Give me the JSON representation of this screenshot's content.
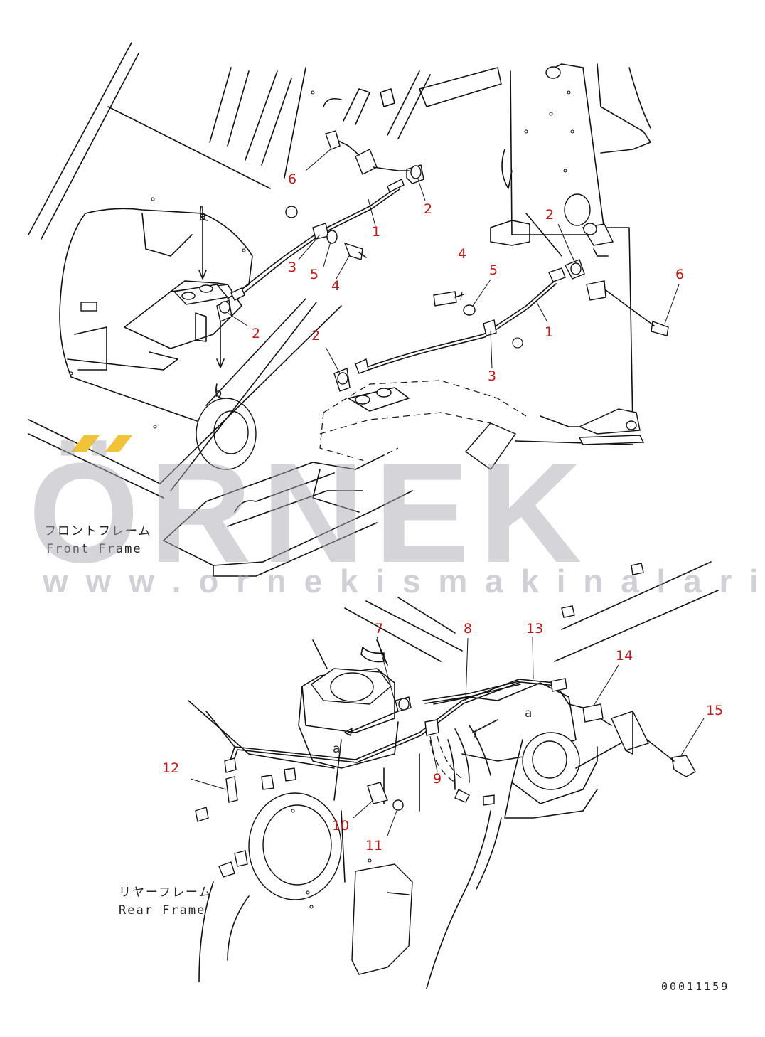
{
  "watermark": {
    "brand": "ÖRNEK",
    "url": "w w w . o r n e k i s m a k i n a l a r i . c o m . t r",
    "accent_color": "#f2c237"
  },
  "front_frame": {
    "label_jp": "フロントフレーム",
    "label_en": "Front Frame",
    "callouts": [
      "6",
      "2",
      "1",
      "3",
      "5",
      "4",
      "2",
      "2",
      "4",
      "5",
      "2",
      "1",
      "6",
      "3"
    ],
    "ref_marks": [
      "a",
      "b"
    ]
  },
  "rear_frame": {
    "label_jp": "リヤーフレーム",
    "label_en": "Rear Frame",
    "callouts": [
      "7",
      "8",
      "13",
      "14",
      "15",
      "12",
      "9",
      "10",
      "11"
    ],
    "ref_marks": [
      "a",
      "a"
    ]
  },
  "document_number": "00011159",
  "colors": {
    "callout": "#c81414",
    "line": "#111111",
    "watermark": "#a9a9b4"
  }
}
